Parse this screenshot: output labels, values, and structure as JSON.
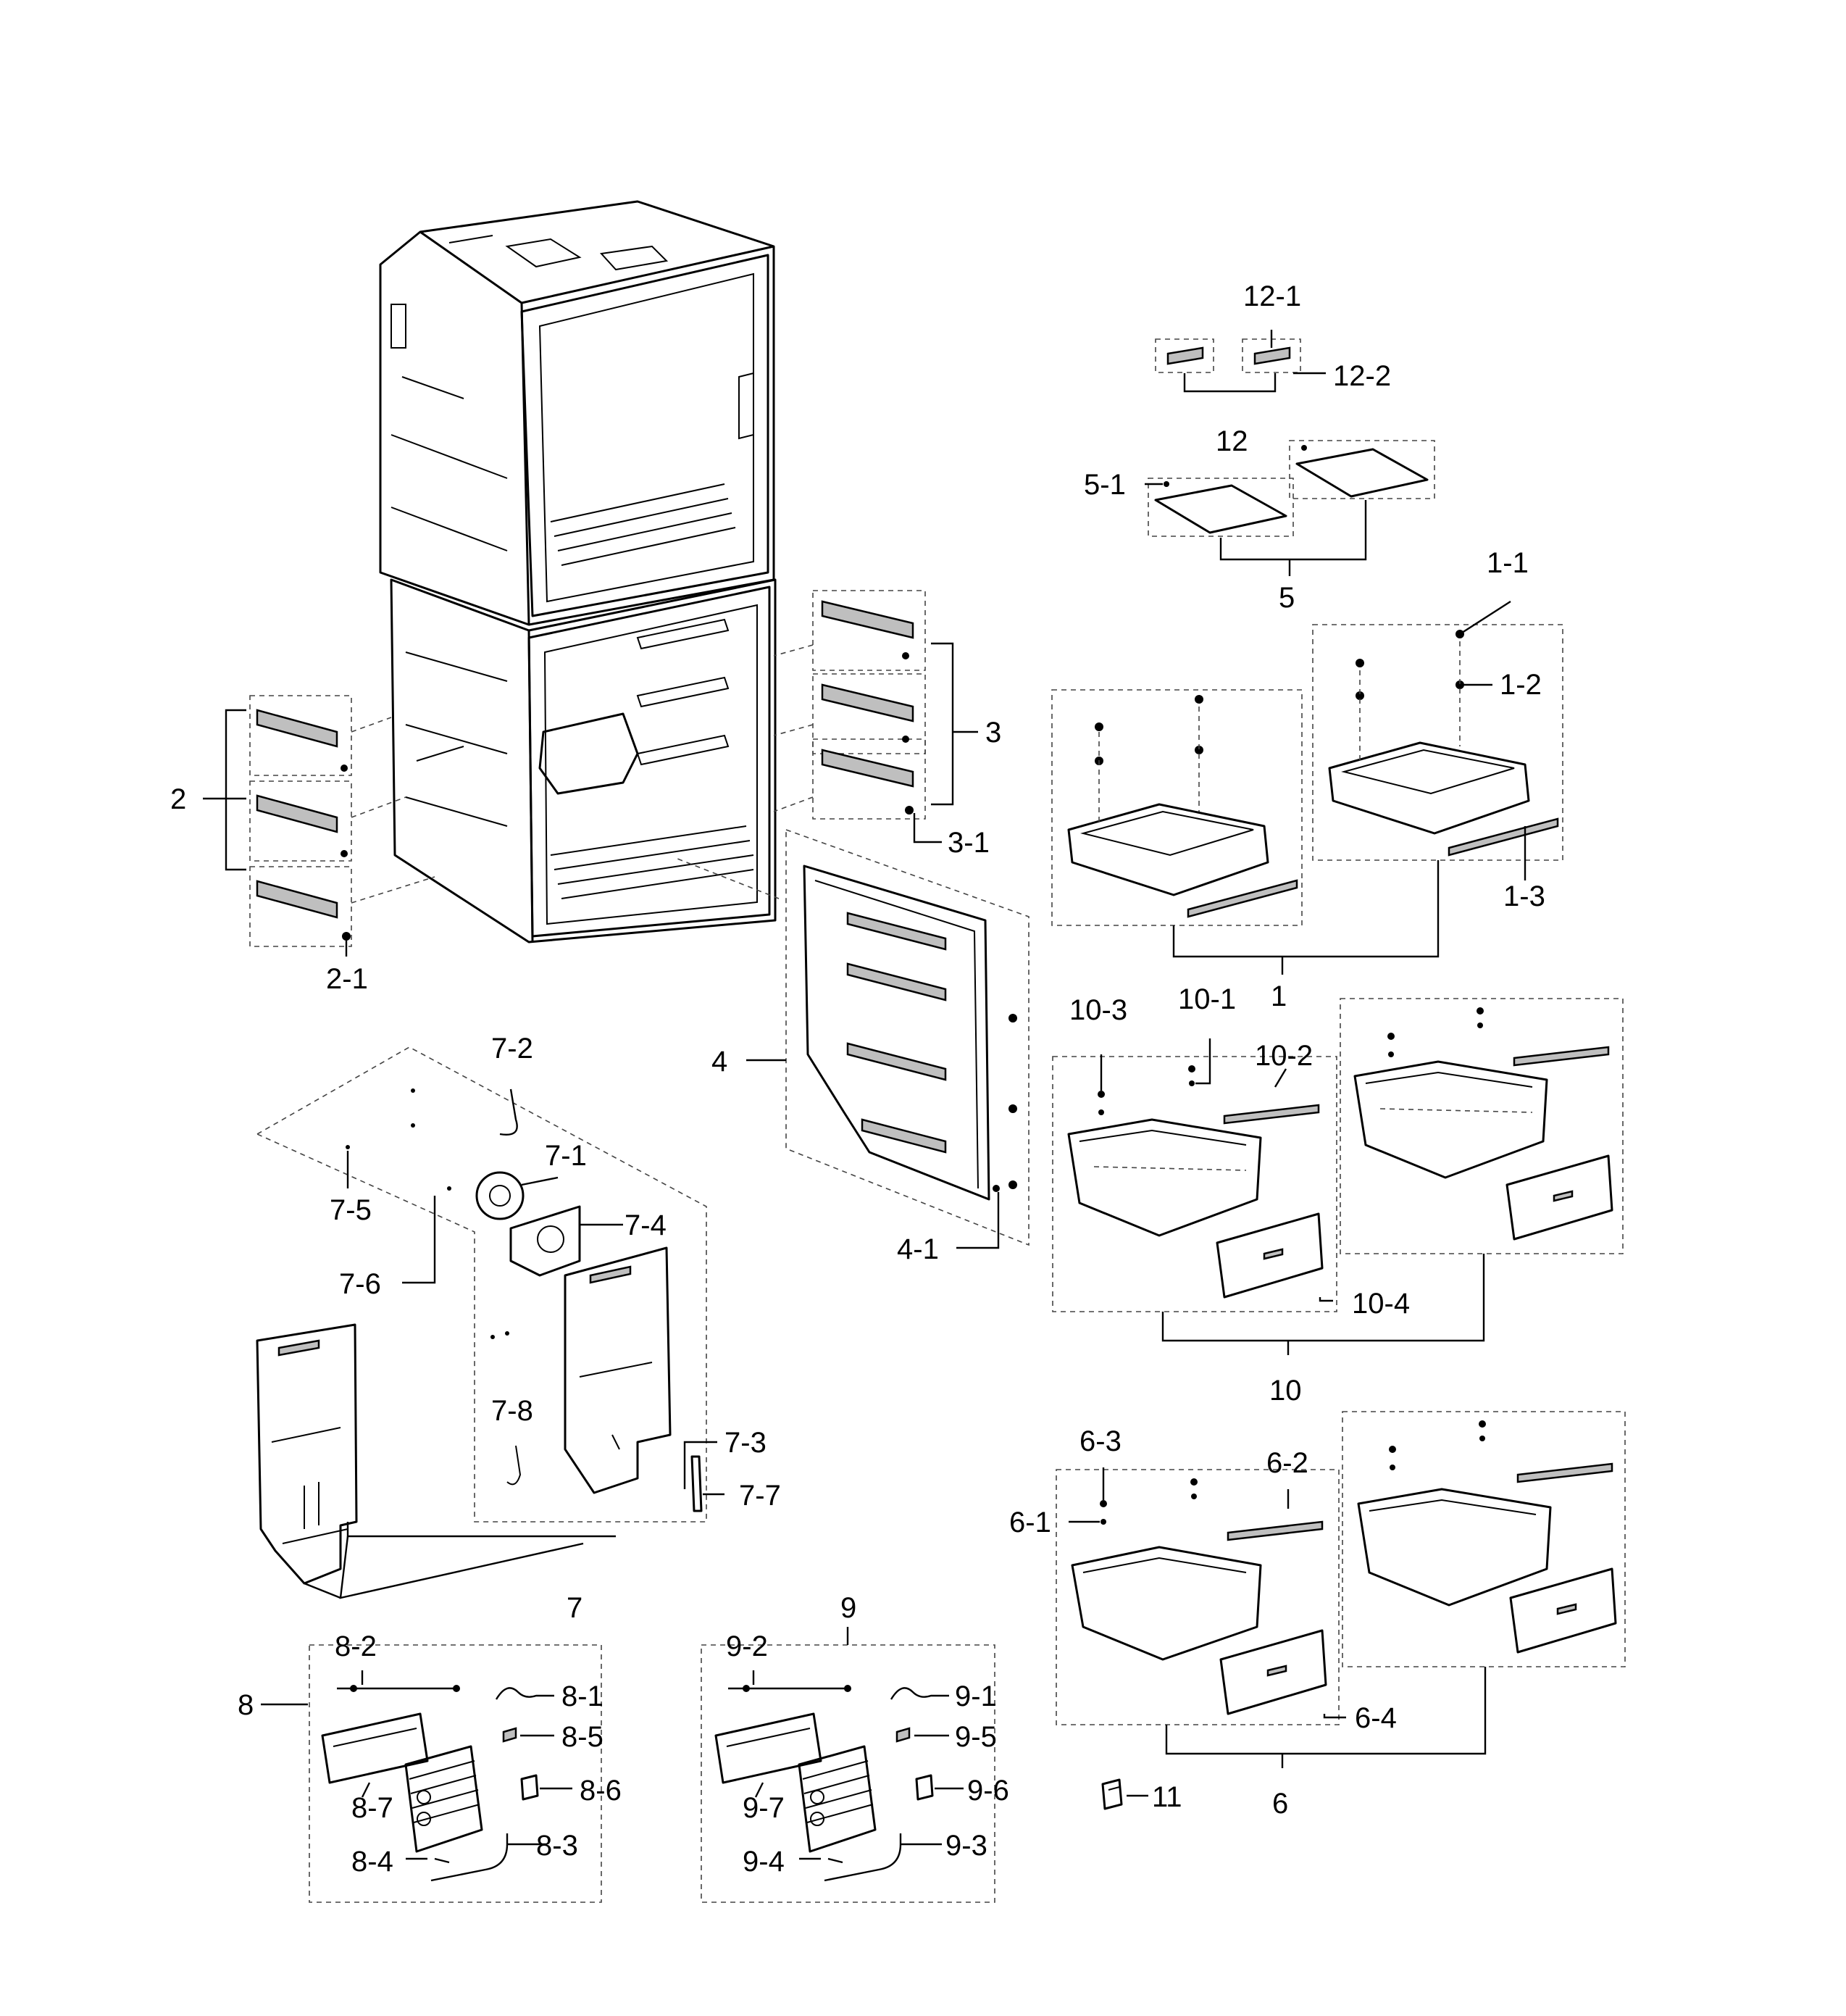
{
  "labels": {
    "l12_1": "12-1",
    "l12_2": "12-2",
    "l12": "12",
    "l5_1": "5-1",
    "l5": "5",
    "l1_1": "1-1",
    "l1_2": "1-2",
    "l1_3": "1-3",
    "l1": "1",
    "l2": "2",
    "l2_1": "2-1",
    "l3": "3",
    "l3_1": "3-1",
    "l4": "4",
    "l4_1": "4-1",
    "l7_1": "7-1",
    "l7_2": "7-2",
    "l7_3": "7-3",
    "l7_4": "7-4",
    "l7_5": "7-5",
    "l7_6": "7-6",
    "l7_7": "7-7",
    "l7_8": "7-8",
    "l7": "7",
    "l10_1": "10-1",
    "l10_2": "10-2",
    "l10_3": "10-3",
    "l10_4": "10-4",
    "l10": "10",
    "l6_1": "6-1",
    "l6_2": "6-2",
    "l6_3": "6-3",
    "l6_4": "6-4",
    "l6": "6",
    "l8": "8",
    "l8_1": "8-1",
    "l8_2": "8-2",
    "l8_3": "8-3",
    "l8_4": "8-4",
    "l8_5": "8-5",
    "l8_6": "8-6",
    "l8_7": "8-7",
    "l9": "9",
    "l9_1": "9-1",
    "l9_2": "9-2",
    "l9_3": "9-3",
    "l9_4": "9-4",
    "l9_5": "9-5",
    "l9_6": "9-6",
    "l9_7": "9-7",
    "l11": "11"
  }
}
